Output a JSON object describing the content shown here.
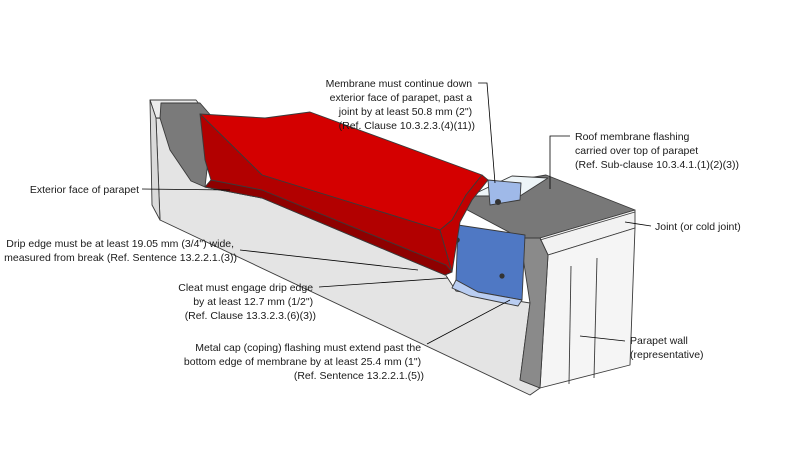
{
  "labels": {
    "membrane_continue": [
      "Membrane must continue down",
      "exterior face of parapet, past a",
      "joint by at least 50.8 mm (2\")",
      "(Ref. Clause 10.3.2.3.(4)(11))"
    ],
    "roof_membrane": [
      "Roof membrane flashing",
      "carried over top of parapet",
      "(Ref. Sub-clause 10.3.4.1.(1)(2)(3))"
    ],
    "exterior_face": [
      "Exterior face of parapet"
    ],
    "joint": [
      "Joint (or cold joint)"
    ],
    "drip_edge": [
      "Drip edge must be at least 19.05 mm (3/4\") wide,",
      "measured from break (Ref. Sentence 13.2.2.1.(3))"
    ],
    "cleat": [
      "Cleat must engage drip edge",
      "by at least 12.7 mm (1/2\")",
      "(Ref. Clause 13.3.2.3.(6)(3))"
    ],
    "parapet_wall": [
      "Parapet wall",
      "(representative)"
    ],
    "metal_cap": [
      "Metal cap (coping) flashing must extend past the",
      "bottom edge of membrane by at least 25.4 mm (1\")",
      "(Ref. Sentence 13.2.2.1.(5))"
    ]
  },
  "colors": {
    "coping_red": "#cc0000",
    "coping_red_dark": "#a00000",
    "membrane_grey": "#757575",
    "cleat_blue": "#4f78c4",
    "wall_light": "#e6e6e6",
    "wall_mid": "#d2d2d2"
  }
}
